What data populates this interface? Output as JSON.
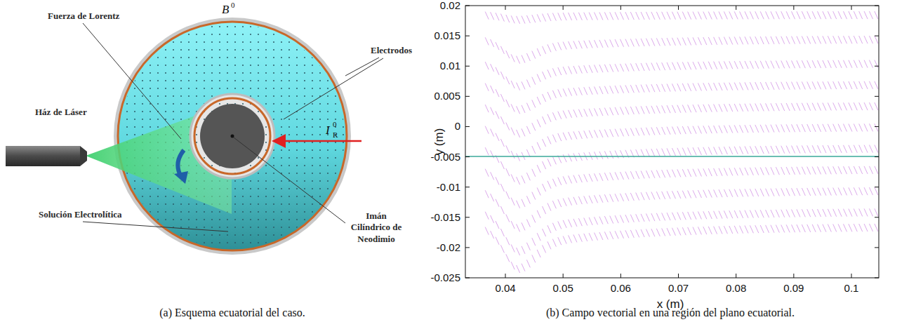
{
  "diagram": {
    "labels": [
      "Fuerza de Lorentz",
      "B",
      "0",
      "Electrodos",
      "Ház de Láser",
      "I",
      "0",
      "R",
      "Solución Electrolítica",
      "Imán Cilíndrico de Neodimio",
      "0.02",
      "0.015",
      "0.01",
      "0.005",
      "0",
      "-0.005",
      "-0.01",
      "-0.015",
      "-0.02",
      "-0.025",
      "y (m)",
      "0.04",
      "0.05",
      "0.06",
      "0.07",
      "0.08",
      "0.09",
      "0.1",
      "x (m)",
      "(a) Esquema ecuatorial del caso.",
      "(b) Campo vectorial en una región del plano ecuatorial."
    ]
  }
}
